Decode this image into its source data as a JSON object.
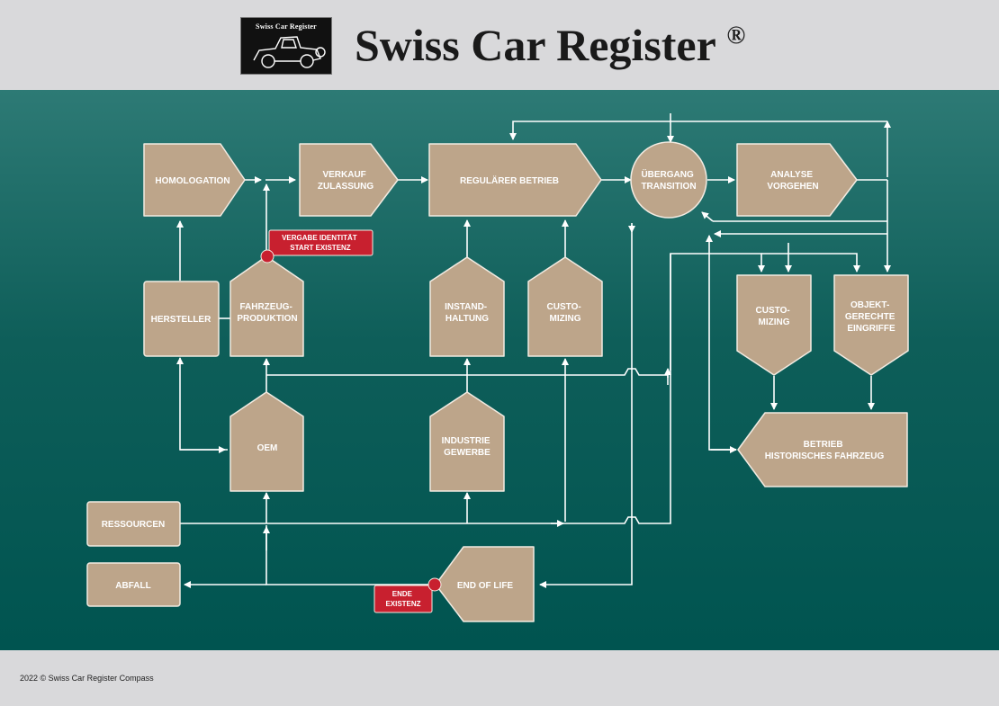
{
  "header": {
    "logo_text": "Swiss Car Register",
    "brand_title": "Swiss Car Register",
    "brand_mark": "®"
  },
  "nodes": {
    "homologation": [
      "HOMOLOGATION"
    ],
    "verkauf": [
      "VERKAUF",
      "ZULASSUNG"
    ],
    "regulaer": [
      "REGULÄRER BETRIEB"
    ],
    "uebergang": [
      "ÜBERGANG",
      "TRANSITION"
    ],
    "analyse": [
      "ANALYSE",
      "VORGEHEN"
    ],
    "hersteller": [
      "HERSTELLER"
    ],
    "fahrzeug": [
      "FAHRZEUG-",
      "PRODUKTION"
    ],
    "instand": [
      "INSTAND-",
      "HALTUNG"
    ],
    "customizing1": [
      "CUSTO-",
      "MIZING"
    ],
    "customizing2": [
      "CUSTO-",
      "MIZING"
    ],
    "objekt": [
      "OBJEKT-",
      "GERECHTE",
      "EINGRIFFE"
    ],
    "oem": [
      "OEM"
    ],
    "industrie": [
      "INDUSTRIE",
      "GEWERBE"
    ],
    "betrieb_hist": [
      "BETRIEB",
      "HISTORISCHES FAHRZEUG"
    ],
    "ressourcen": [
      "RESSOURCEN"
    ],
    "abfall": [
      "ABFALL"
    ],
    "end_of_life": [
      "END OF LIFE"
    ]
  },
  "markers": {
    "vergabe": [
      "VERGABE IDENTITÄT",
      "START EXISTENZ"
    ],
    "ende": [
      "ENDE",
      "EXISTENZ"
    ]
  },
  "footer": {
    "text": "2022 © Swiss Car Register Compass"
  },
  "colors": {
    "node_fill": "#bda58a",
    "node_stroke": "#f2ebe2",
    "arrow": "#ffffff",
    "marker_red": "#c8202f",
    "header_bg": "#d9d9db",
    "teal_dark": "#005450",
    "teal_light": "#2d7a75"
  }
}
